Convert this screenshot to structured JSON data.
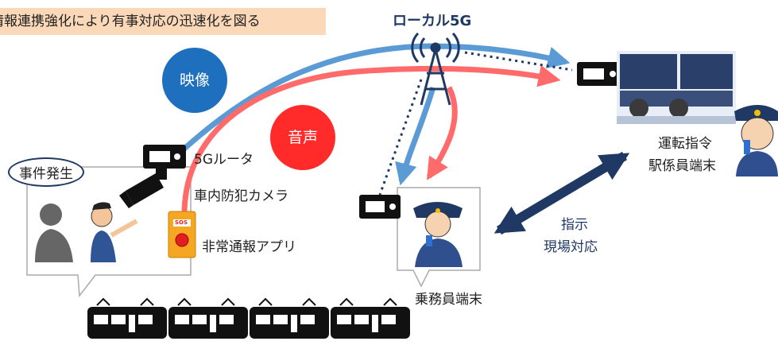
{
  "banner": {
    "text": "情報連携強化により有事対応の迅速化を図る"
  },
  "network": {
    "title": "ローカル5G"
  },
  "streams": {
    "video": "映像",
    "audio": "音声"
  },
  "scene": {
    "incident": "事件発生",
    "router": "5Gルータ",
    "camera": "車内防犯カメラ",
    "app": "非常通報アプリ",
    "sos": "SOS"
  },
  "crew": {
    "terminal": "乗務員端末"
  },
  "control": {
    "line1": "運転指令",
    "line2": "駅係員端末"
  },
  "instruction": {
    "line1": "指示",
    "line2": "現場対応"
  },
  "colors": {
    "video": "#5b9bd5",
    "audio": "#ff6b6b",
    "navy": "#1f3864",
    "banner": "#fbd8b8"
  }
}
